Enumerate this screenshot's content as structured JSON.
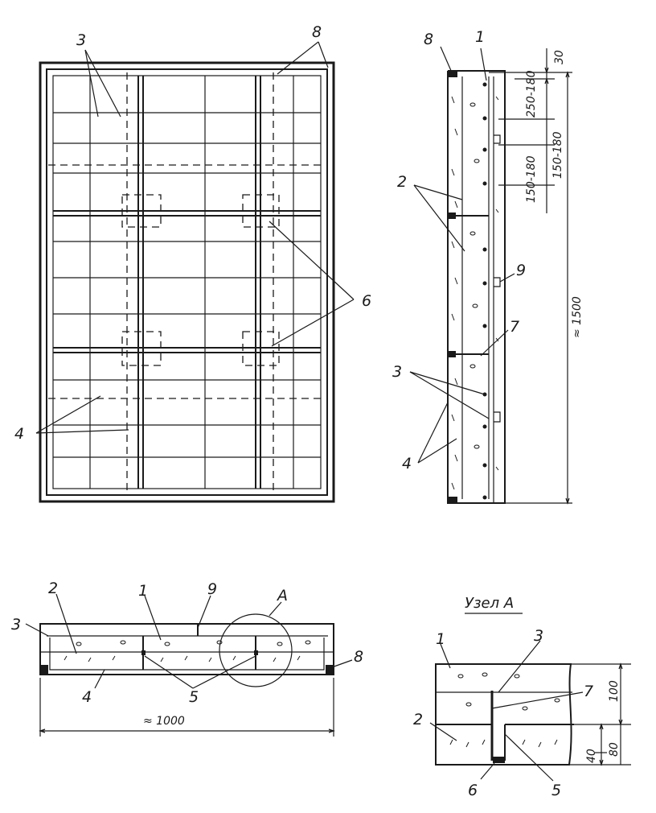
{
  "labels": {
    "plan": {
      "l3": "3",
      "l8": "8",
      "l6": "6",
      "l4": "4"
    },
    "section": {
      "l8": "8",
      "l1": "1",
      "l2": "2",
      "l9": "9",
      "l7": "7",
      "l3": "3",
      "l4": "4"
    },
    "bottom": {
      "l2": "2",
      "l1": "1",
      "l9": "9",
      "lA": "A",
      "l3": "3",
      "l8": "8",
      "l5": "5",
      "l4": "4"
    },
    "node": {
      "l1": "1",
      "l3": "3",
      "l7": "7",
      "l2": "2",
      "l6": "6",
      "l5": "5"
    }
  },
  "dimensions": {
    "d30": "30",
    "d250_180": "250-180",
    "d150_180a": "150-180",
    "d150_180b": "150-180",
    "d1500": "≈ 1500",
    "d1000": "≈ 1000",
    "d100": "100",
    "d40": "40",
    "d80": "80"
  },
  "node_title": "Узел А"
}
